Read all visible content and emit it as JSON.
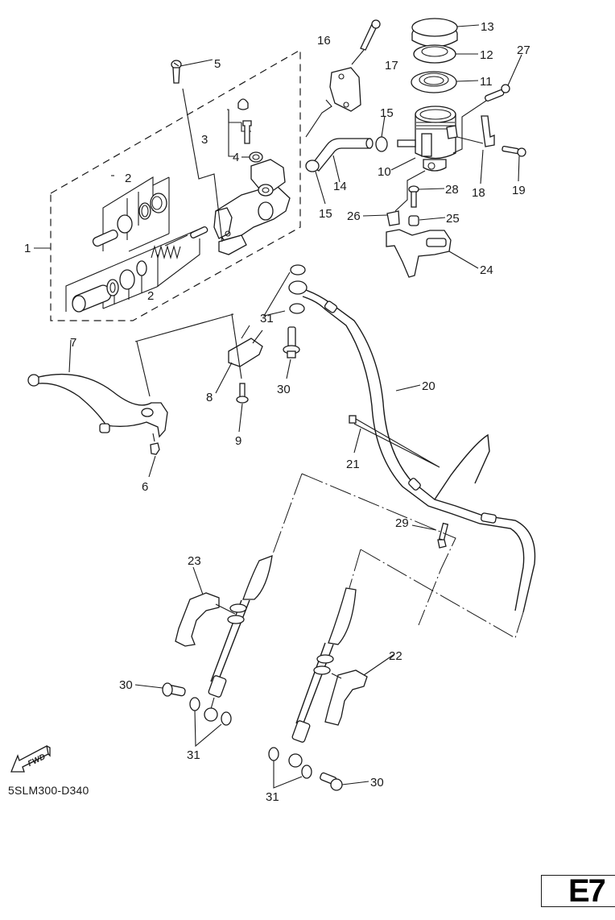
{
  "diagram": {
    "title": "Front master cylinder / brake hose exploded parts diagram",
    "drawing_code": "5SLM300-D340",
    "page_tag": "E7",
    "direction_marker": "FWD",
    "colors": {
      "line": "#1a1a1a",
      "background": "#ffffff"
    },
    "callouts": [
      {
        "id": "c1",
        "number": "1",
        "part": "master cylinder kit"
      },
      {
        "id": "c2a",
        "number": "2",
        "part": "master cylinder piston kit (upper group)"
      },
      {
        "id": "c2b",
        "number": "2",
        "part": "master cylinder piston kit (lower group)"
      },
      {
        "id": "c3",
        "number": "3",
        "part": "bleed screw set"
      },
      {
        "id": "c4",
        "number": "4",
        "part": "washer"
      },
      {
        "id": "c5",
        "number": "5",
        "part": "lever pivot bolt"
      },
      {
        "id": "c6",
        "number": "6",
        "part": "nut"
      },
      {
        "id": "c7",
        "number": "7",
        "part": "brake lever"
      },
      {
        "id": "c8",
        "number": "8",
        "part": "brake switch"
      },
      {
        "id": "c9",
        "number": "9",
        "part": "screw"
      },
      {
        "id": "c10",
        "number": "10",
        "part": "reservoir tank"
      },
      {
        "id": "c11",
        "number": "11",
        "part": "diaphragm"
      },
      {
        "id": "c12",
        "number": "12",
        "part": "diaphragm plate"
      },
      {
        "id": "c13",
        "number": "13",
        "part": "reservoir cap"
      },
      {
        "id": "c14",
        "number": "14",
        "part": "reservoir hose"
      },
      {
        "id": "c15a",
        "number": "15",
        "part": "hose clip (upper)"
      },
      {
        "id": "c15b",
        "number": "15",
        "part": "hose clip (lower)"
      },
      {
        "id": "c16",
        "number": "16",
        "part": "master cylinder bracket"
      },
      {
        "id": "c17",
        "number": "17",
        "part": "bolt"
      },
      {
        "id": "c18",
        "number": "18",
        "part": "reservoir band"
      },
      {
        "id": "c19",
        "number": "19",
        "part": "bolt"
      },
      {
        "id": "c20",
        "number": "20",
        "part": "brake hose (upper)"
      },
      {
        "id": "c21",
        "number": "21",
        "part": "cable tie"
      },
      {
        "id": "c22",
        "number": "22",
        "part": "hose holder (right)"
      },
      {
        "id": "c23",
        "number": "23",
        "part": "hose holder (left)"
      },
      {
        "id": "c24",
        "number": "24",
        "part": "reservoir bracket"
      },
      {
        "id": "c25",
        "number": "25",
        "part": "collar"
      },
      {
        "id": "c26",
        "number": "26",
        "part": "stay"
      },
      {
        "id": "c27",
        "number": "27",
        "part": "bolt"
      },
      {
        "id": "c28",
        "number": "28",
        "part": "screw"
      },
      {
        "id": "c29",
        "number": "29",
        "part": "bolt"
      },
      {
        "id": "c30a",
        "number": "30",
        "part": "union bolt (master cylinder)"
      },
      {
        "id": "c30b",
        "number": "30",
        "part": "union bolt (left caliper)"
      },
      {
        "id": "c30c",
        "number": "30",
        "part": "union bolt (right caliper)"
      },
      {
        "id": "c31a",
        "number": "31",
        "part": "copper washer (master cylinder)"
      },
      {
        "id": "c31b",
        "number": "31",
        "part": "copper washer (left caliper)"
      },
      {
        "id": "c31c",
        "number": "31",
        "part": "copper washer (right caliper)"
      }
    ]
  }
}
